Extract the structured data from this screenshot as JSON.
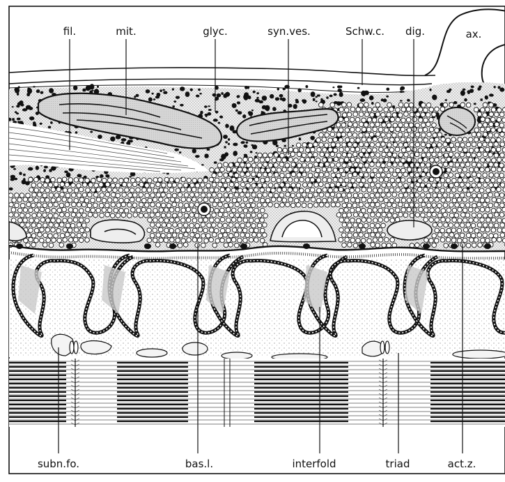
{
  "labels": {
    "fil": "fil.",
    "mit": "mit.",
    "glyc": "glyc.",
    "syn_ves": "syn.ves.",
    "schw_c": "Schw.c.",
    "dig": "dig.",
    "ax": "ax.",
    "subn_fo": "subn.fo.",
    "bas_l": "bas.l.",
    "interfold": "interfold",
    "triad": "triad",
    "act_z": "act.z."
  },
  "colors": {
    "ink": "#111111",
    "paper": "#ffffff",
    "stipple": "#d8d8d8",
    "membrane": "#1a1a1a"
  }
}
